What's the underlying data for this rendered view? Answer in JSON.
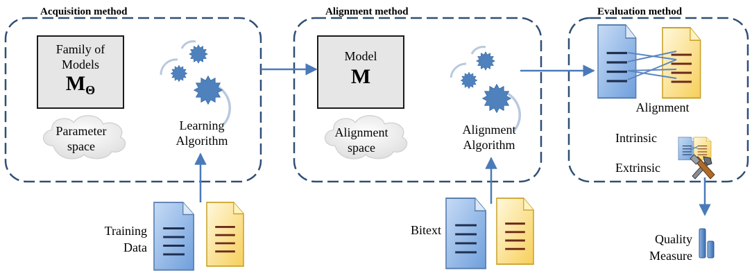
{
  "panels": {
    "acquisition": {
      "title": "Acquisition method",
      "model_box": {
        "line1": "Family of",
        "line2": "Models",
        "symbol": "M",
        "subscript": "Θ"
      },
      "cloud_line1": "Parameter",
      "cloud_line2": "space",
      "algorithm_line1": "Learning",
      "algorithm_line2": "Algorithm"
    },
    "alignment": {
      "title": "Alignment method",
      "model_box": {
        "line1": "Model",
        "symbol": "M"
      },
      "cloud_line1": "Alignment",
      "cloud_line2": "space",
      "algorithm_line1": "Alignment",
      "algorithm_line2": "Algorithm"
    },
    "evaluation": {
      "title": "Evaluation method",
      "alignment_label": "Alignment",
      "intrinsic_label": "Intrinsic",
      "extrinsic_label": "Extrinsic"
    }
  },
  "inputs": {
    "training_data_line1": "Training",
    "training_data_line2": "Data",
    "bitext": "Bitext"
  },
  "output": {
    "quality_line1": "Quality",
    "quality_line2": "Measure"
  },
  "colors": {
    "panel_border": "#2f4f75",
    "arrow": "#4a7ab8",
    "gear": "#4f81bd",
    "gear_arc": "#b9c9de",
    "model_box_fill": "#e6e6e6",
    "cloud_fill": "#f2f2f2",
    "doc_blue": "#8db3e2",
    "doc_yellow": "#ffe9a8",
    "doc_yellow_border": "#c9a227"
  },
  "icons": [
    "gear-icon",
    "cloud-icon",
    "document-icon",
    "tools-icon",
    "bar-chart-icon",
    "arrow-icon"
  ]
}
